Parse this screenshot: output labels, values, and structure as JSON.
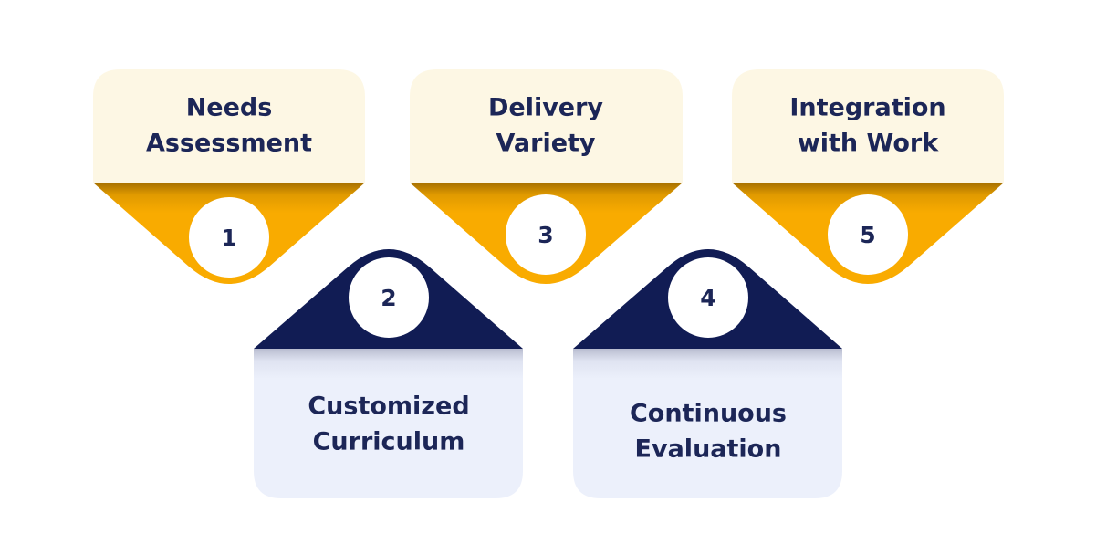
{
  "colors": {
    "gold": "#f9ab00",
    "gold_dark": "#b27800",
    "cream": "#fdf7e4",
    "navy": "#111c54",
    "lavender": "#ecf0fb",
    "text": "#1c2657",
    "circle": "#ffffff"
  },
  "steps": [
    {
      "number": "1",
      "line1": "Needs",
      "line2": "Assessment"
    },
    {
      "number": "2",
      "line1": "Customized",
      "line2": "Curriculum"
    },
    {
      "number": "3",
      "line1": "Delivery",
      "line2": "Variety"
    },
    {
      "number": "4",
      "line1": "Continuous",
      "line2": "Evaluation"
    },
    {
      "number": "5",
      "line1": "Integration",
      "line2": "with Work"
    }
  ]
}
